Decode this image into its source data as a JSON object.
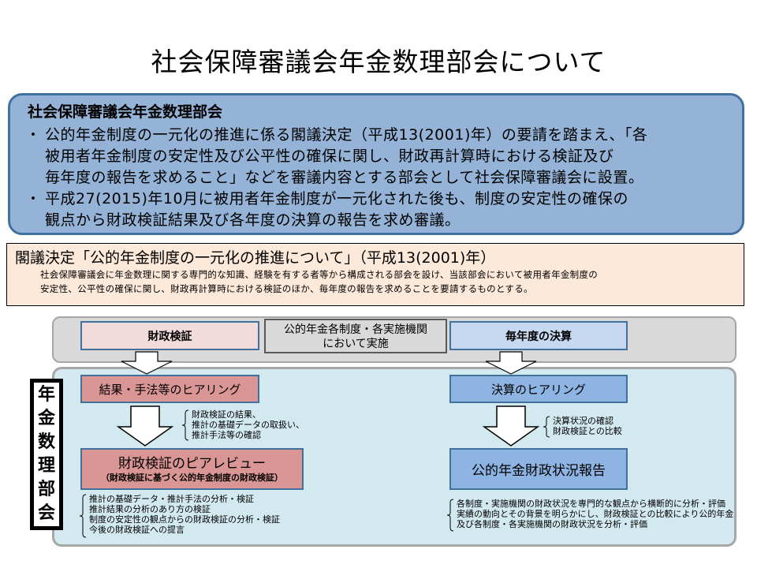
{
  "title": "社会保障審議会年金数理部会について",
  "summary": {
    "heading": "社会保障審議会年金数理部会",
    "bullets": [
      {
        "bullet": "・",
        "lines": [
          "公的年金制度の一元化の推進に係る閣議決定（平成13(2001)年）の要請を踏まえ、「各",
          "被用者年金制度の安定性及び公平性の確保に関し、財政再計算時における検証及び",
          "毎年度の報告を求めること」などを審議内容とする部会として社会保障審議会に設置。"
        ]
      },
      {
        "bullet": "・",
        "lines": [
          "平成27(2015)年10月に被用者年金制度が一元化された後も、制度の安定性の確保の",
          "観点から財政検証結果及び各年度の決算の報告を求め審議。"
        ]
      }
    ]
  },
  "cabinet_decision": {
    "heading": "閣議決定「公的年金制度の一元化の推進について」（平成13(2001)年）",
    "body_lines": [
      "社会保障審議会に年金数理に関する専門的な知識、経験を有する者等から構成される部会を設け、当該部会において被用者年金制度の",
      "安定性、公平性の確保に関し、財政再計算時における検証のほか、毎年度の報告を求めることを要請するものとする。"
    ]
  },
  "diagram": {
    "top_left": "財政検証",
    "top_center": [
      "公的年金各制度・各実施機関",
      "において実施"
    ],
    "top_right": "毎年度の決算",
    "vertical_label": [
      "年",
      "金",
      "数",
      "理",
      "部",
      "会"
    ],
    "left": {
      "hearing": "結果・手法等のヒアリング",
      "hearing_notes": [
        "財政検証の結果、",
        "推計の基礎データの取扱い、",
        "推計手法等の確認"
      ],
      "review_title": "財政検証のピアレビュー",
      "review_subtitle": "（財政検証に基づく公的年金制度の財政検証）",
      "review_notes": [
        "推計の基礎データ・推計手法の分析・検証",
        "推計結果の分析のあり方の検証",
        "制度の安定性の観点からの財政検証の分析・検証",
        "今後の財政検証への提言"
      ]
    },
    "right": {
      "hearing": "決算のヒアリング",
      "hearing_notes": [
        "決算状況の確認",
        "財政検証との比較"
      ],
      "report_title": "公的年金財政状況報告",
      "report_notes": [
        "各制度・実施機関の財政状況を専門的な観点から横断的に分析・評価",
        "実績の動向とその背景を明らかにし、財政検証との比較により公的年金",
        "及び各制度・各実施機関の財政状況を分析・評価"
      ]
    }
  },
  "colors": {
    "summary_fill": "#95b3d7",
    "summary_border": "#41719c",
    "cabinet_fill": "#fde9d9",
    "gray_panel": "#d9d9d9",
    "blue_panel": "#d3e9f0",
    "pink_light": "#f2dcdb",
    "red_box": "#da9694",
    "blue_light": "#c6d9f1",
    "blue_box": "#8eb4e3"
  }
}
